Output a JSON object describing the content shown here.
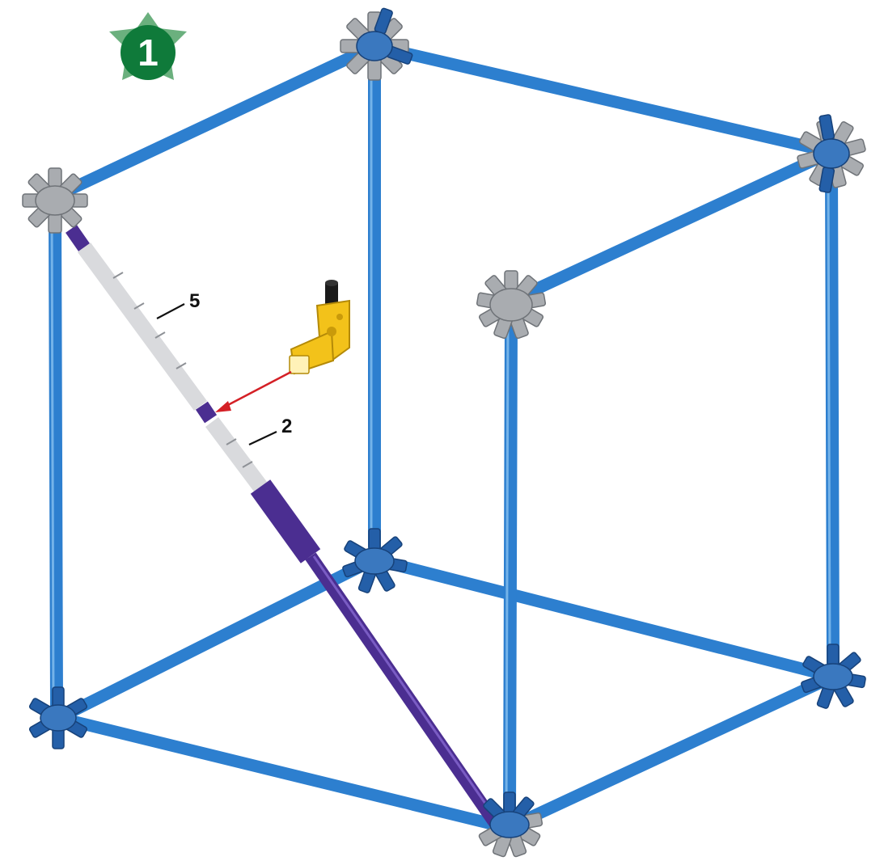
{
  "step": {
    "number": "1",
    "badge_color": "#0f7a3a",
    "star_color": "#6bb07e"
  },
  "callouts": [
    {
      "label": "5",
      "part": "white-rod"
    },
    {
      "label": "2",
      "part": "white-rod"
    }
  ],
  "colors": {
    "frame_rod": "#2d7fcf",
    "frame_rod_dark": "#1a5a9e",
    "connector_gray": "#a9acb0",
    "connector_blue": "#245fa8",
    "diagonal_white": "#e6e7ea",
    "diagonal_purple": "#4b2e91",
    "clip_yellow": "#f3c21a",
    "arrow_red": "#d42026"
  }
}
